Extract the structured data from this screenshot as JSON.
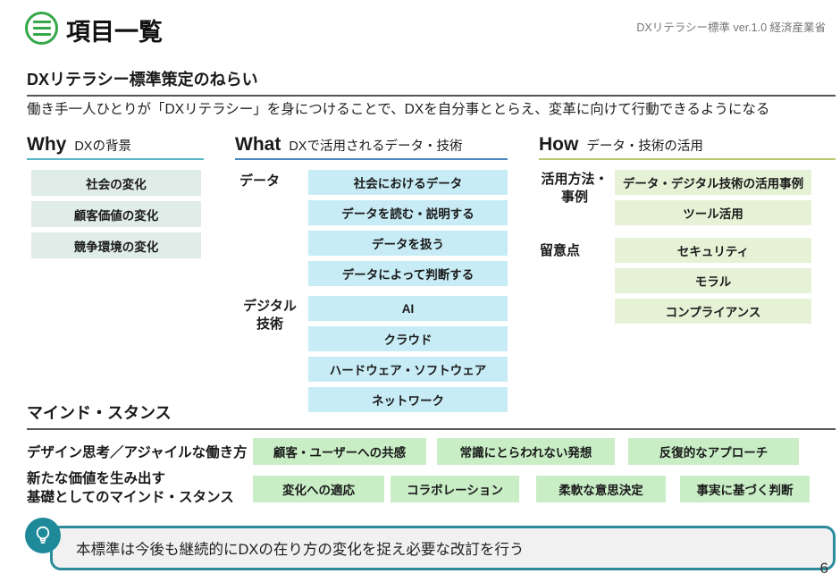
{
  "header": {
    "title": "項目一覧",
    "watermark": "DXリテラシー標準 ver.1.0 経済産業省"
  },
  "aim": {
    "heading": "DXリテラシー標準策定のねらい",
    "description": "働き手一人ひとりが「DXリテラシー」を身につけることで、DXを自分事ととらえ、変革に向けて行動できるようになる"
  },
  "columns": {
    "why": {
      "keyword": "Why",
      "subtitle": "DXの背景",
      "items": [
        "社会の変化",
        "顧客価値の変化",
        "競争環境の変化"
      ]
    },
    "what": {
      "keyword": "What",
      "subtitle": "DXで活用されるデータ・技術",
      "groups": [
        {
          "label_lines": [
            "データ"
          ],
          "items": [
            "社会におけるデータ",
            "データを読む・説明する",
            "データを扱う",
            "データによって判断する"
          ]
        },
        {
          "label_lines": [
            "デジタル",
            "技術"
          ],
          "items": [
            "AI",
            "クラウド",
            "ハードウェア・ソフトウェア",
            "ネットワーク"
          ]
        }
      ]
    },
    "how": {
      "keyword": "How",
      "subtitle": "データ・技術の活用",
      "groups": [
        {
          "label_lines": [
            "活用方法・",
            "事例"
          ],
          "items": [
            "データ・デジタル技術の活用事例",
            "ツール活用"
          ]
        },
        {
          "label_lines": [
            "留意点"
          ],
          "items": [
            "セキュリティ",
            "モラル",
            "コンプライアンス"
          ]
        }
      ]
    }
  },
  "mind_stance": {
    "heading": "マインド・スタンス",
    "rows": [
      {
        "label_lines": [
          "デザイン思考／アジャイルな働き方"
        ],
        "items": [
          "顧客・ユーザーへの共感",
          "常識にとらわれない発想",
          "反復的なアプローチ"
        ]
      },
      {
        "label_lines": [
          "新たな価値を生み出す",
          "基礎としてのマインド・スタンス"
        ],
        "items": [
          "変化への適応",
          "コラボレーション",
          "柔軟な意思決定",
          "事実に基づく判断"
        ]
      }
    ]
  },
  "callout": {
    "text": "本標準は今後も継続的にDXの在り方の変化を捉え必要な改訂を行う"
  },
  "page_number": "6",
  "colors": {
    "accent_green": "#35a849",
    "why_underline": "#57b7c6",
    "what_underline": "#4c86c0",
    "how_underline": "#b5c96e",
    "why_box": "#e0ece8",
    "what_box": "#c8ecf6",
    "how_box": "#e6f2d6",
    "mind_box": "#c9eec6",
    "callout_border": "#2b8c9b",
    "callout_bg": "#f1f1f1"
  }
}
